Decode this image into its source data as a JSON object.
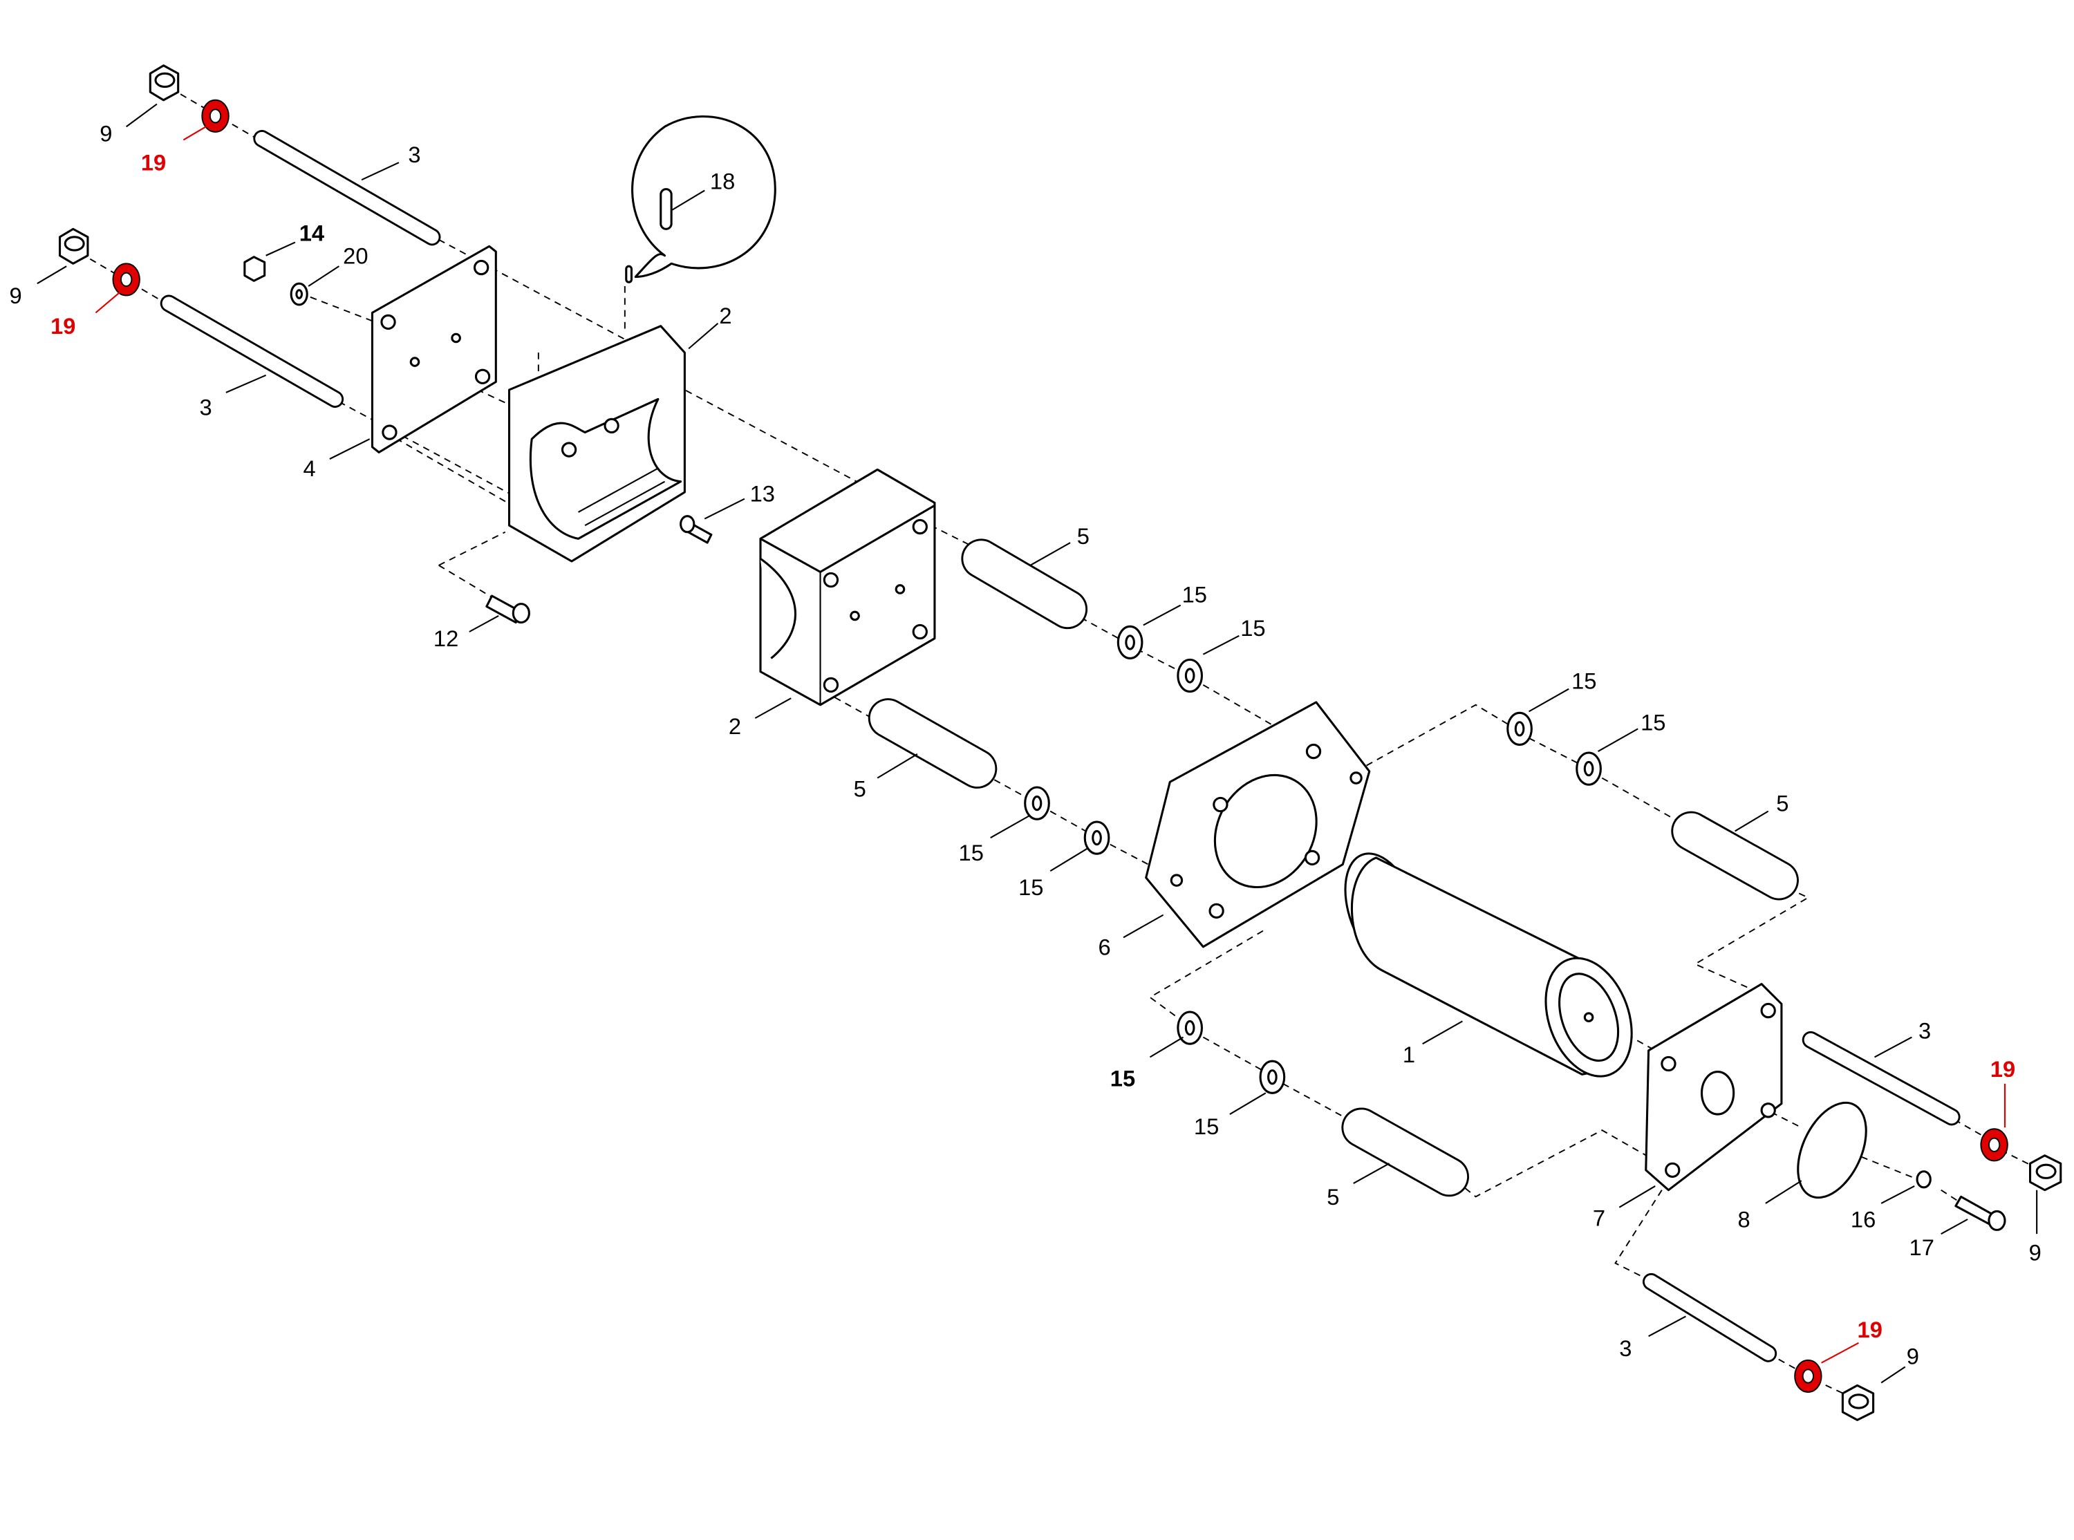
{
  "diagram": {
    "type": "exploded-parts-view",
    "highlight_color": "#e00000",
    "callouts": [
      {
        "text": "9",
        "highlighted": false
      },
      {
        "text": "19",
        "highlighted": true
      },
      {
        "text": "3",
        "highlighted": false
      },
      {
        "text": "18",
        "highlighted": false
      },
      {
        "text": "14",
        "highlighted": false
      },
      {
        "text": "20",
        "highlighted": false
      },
      {
        "text": "9",
        "highlighted": false
      },
      {
        "text": "19",
        "highlighted": true
      },
      {
        "text": "3",
        "highlighted": false
      },
      {
        "text": "2",
        "highlighted": false
      },
      {
        "text": "4",
        "highlighted": false
      },
      {
        "text": "13",
        "highlighted": false
      },
      {
        "text": "12",
        "highlighted": false
      },
      {
        "text": "5",
        "highlighted": false
      },
      {
        "text": "15",
        "highlighted": false
      },
      {
        "text": "15",
        "highlighted": false
      },
      {
        "text": "2",
        "highlighted": false
      },
      {
        "text": "15",
        "highlighted": false
      },
      {
        "text": "15",
        "highlighted": false
      },
      {
        "text": "5",
        "highlighted": false
      },
      {
        "text": "15",
        "highlighted": false
      },
      {
        "text": "15",
        "highlighted": false
      },
      {
        "text": "5",
        "highlighted": false
      },
      {
        "text": "6",
        "highlighted": false
      },
      {
        "text": "1",
        "highlighted": false
      },
      {
        "text": "3",
        "highlighted": false
      },
      {
        "text": "19",
        "highlighted": true
      },
      {
        "text": "15",
        "highlighted": false
      },
      {
        "text": "15",
        "highlighted": false
      },
      {
        "text": "5",
        "highlighted": false
      },
      {
        "text": "7",
        "highlighted": false
      },
      {
        "text": "8",
        "highlighted": false
      },
      {
        "text": "16",
        "highlighted": false
      },
      {
        "text": "17",
        "highlighted": false
      },
      {
        "text": "9",
        "highlighted": false
      },
      {
        "text": "3",
        "highlighted": false
      },
      {
        "text": "19",
        "highlighted": true
      },
      {
        "text": "9",
        "highlighted": false
      }
    ]
  }
}
